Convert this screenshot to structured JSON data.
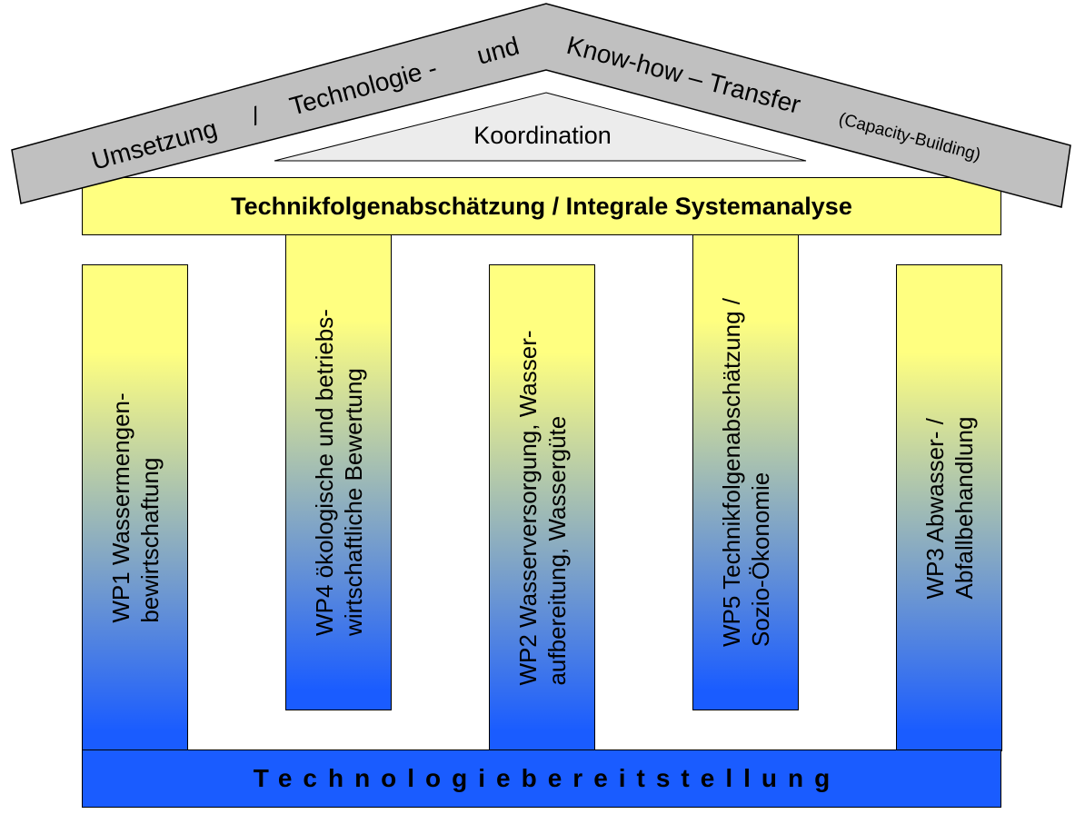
{
  "colors": {
    "roof_fill": "#c0c0c0",
    "yellow": "#ffff80",
    "blue": "#1a5cff",
    "outline": "#000000"
  },
  "roof": {
    "part1": "Umsetzung",
    "slash": "/",
    "part2": "Technologie -",
    "part3": "und",
    "part4": "Know-how – Transfer",
    "part5": "(Capacity-Building)"
  },
  "coordination": {
    "label": "Koordination"
  },
  "beam": {
    "label": "Technikfolgenabschätzung / Integrale Systemanalyse"
  },
  "foundation": {
    "label": "Technologiebereitstellung"
  },
  "pillars": [
    {
      "line1": "WP1  Wassermengen-",
      "line2": "bewirtschaftung"
    },
    {
      "line1": "WP4  ökologische und betriebs-",
      "line2": "wirtschaftliche  Bewertung"
    },
    {
      "line1": "WP2  Wasserversorgung, Wasser-",
      "line2": "aufbereitung, Wassergüte"
    },
    {
      "line1": "WP5  Technikfolgenabschätzung /",
      "line2": "Sozio-Ökonomie"
    },
    {
      "line1": "WP3  Abwasser- /",
      "line2": "Abfallbehandlung"
    }
  ]
}
